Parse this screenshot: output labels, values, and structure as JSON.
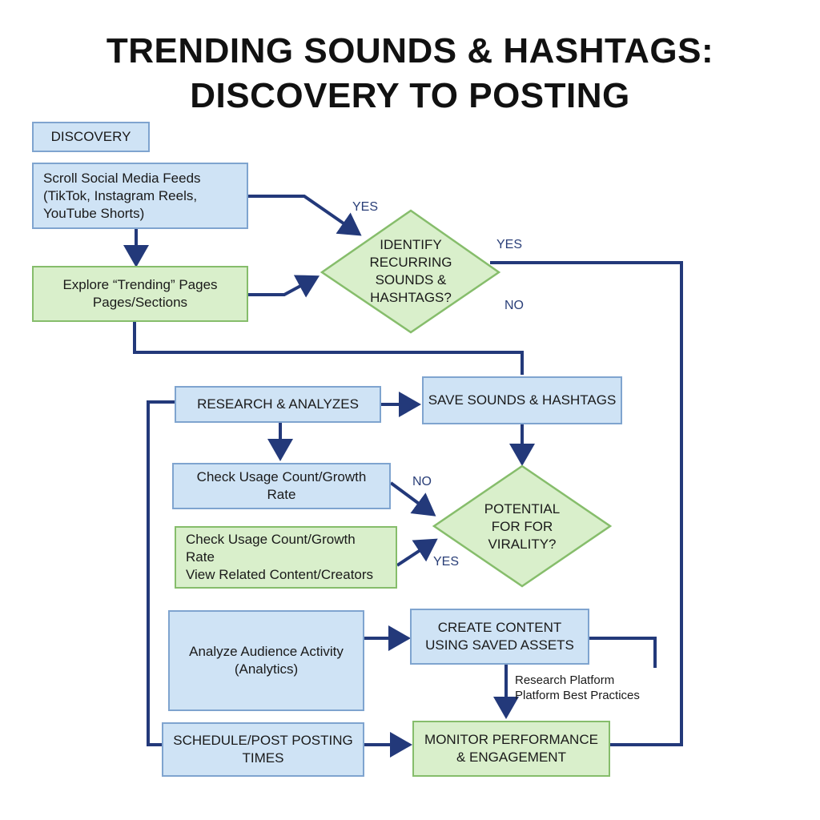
{
  "title": {
    "line1": "TRENDING SOUNDS & HASHTAGS:",
    "line2": "DISCOVERY TO POSTING"
  },
  "nodes": {
    "discovery": "DISCOVERY",
    "scroll": {
      "line1": "Scroll Social Media Feeds",
      "line2": "(TikTok, Instagram Reels,",
      "line3": "YouTube Shorts)"
    },
    "explore": {
      "line1": "Explore “Trending” Pages",
      "line2": "Pages/Sections"
    },
    "identify": {
      "line1": "IDENTIFY",
      "line2": "RECURRING",
      "line3": "SOUNDS &",
      "line4": "HASHTAGS?"
    },
    "research": "RESEARCH & ANALYZES",
    "save": "SAVE SOUNDS & HASHTAGS",
    "check_usage": {
      "line1": "Check Usage Count/Growth",
      "line2": "Rate"
    },
    "check_usage_related": {
      "line1": "Check Usage Count/Growth",
      "line2": "Rate",
      "line3": "View Related Content/Creators"
    },
    "virality": {
      "line1": "POTENTIAL",
      "line2": "FOR FOR",
      "line3": "VIRALITY?"
    },
    "analyze_audience": {
      "line1": "Analyze Audience Activity",
      "line2": "(Analytics)"
    },
    "create_content": {
      "line1": "CREATE CONTENT",
      "line2": "USING SAVED ASSETS"
    },
    "schedule": {
      "line1": "SCHEDULE/POST POSTING",
      "line2": "TIMES"
    },
    "monitor": {
      "line1": "MONITOR PERFORMANCE",
      "line2": "& ENGAGEMENT"
    }
  },
  "notes": {
    "research_platform": {
      "line1": "Research Platform",
      "line2": "Platform Best Practices"
    }
  },
  "edge_labels": {
    "yes_identify_in": "YES",
    "yes_identify_out": "YES",
    "no_identify": "NO",
    "no_virality": "NO",
    "yes_virality": "YES"
  },
  "colors": {
    "blue_fill": "#cfe3f5",
    "blue_border": "#7fa4cf",
    "green_fill": "#d9efcb",
    "green_border": "#86bd6b",
    "edge": "#23397a"
  }
}
